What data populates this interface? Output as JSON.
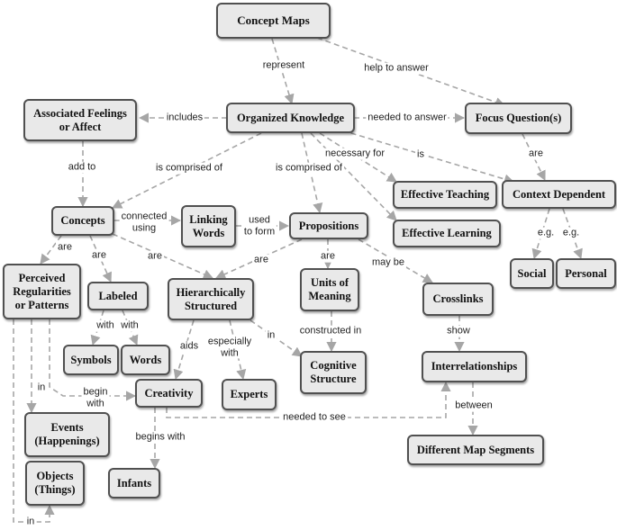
{
  "nodes": {
    "concept_maps": "Concept Maps",
    "organized_knowledge": "Organized Knowledge",
    "associated_feelings": "Associated Feelings\nor Affect",
    "focus_questions": "Focus Question(s)",
    "concepts": "Concepts",
    "linking_words": "Linking\nWords",
    "propositions": "Propositions",
    "effective_teaching": "Effective Teaching",
    "effective_learning": "Effective Learning",
    "context_dependent": "Context Dependent",
    "perceived_regularities": "Perceived\nRegularities\nor Patterns",
    "labeled": "Labeled",
    "hierarchically_structured": "Hierarchically\nStructured",
    "units_of_meaning": "Units of\nMeaning",
    "crosslinks": "Crosslinks",
    "social": "Social",
    "personal": "Personal",
    "symbols": "Symbols",
    "words": "Words",
    "creativity": "Creativity",
    "experts": "Experts",
    "cognitive_structure": "Cognitive\nStructure",
    "interrelationships": "Interrelationships",
    "events": "Events\n(Happenings)",
    "different_map_segments": "Different Map Segments",
    "objects": "Objects\n(Things)",
    "infants": "Infants"
  },
  "links": {
    "represent": "represent",
    "help_to_answer": "help to answer",
    "includes": "includes",
    "needed_to_answer": "needed to answer",
    "add_to": "add to",
    "is_comprised_of_left": "is comprised of",
    "is_comprised_of_mid": "is comprised of",
    "necessary_for": "necessary for",
    "is": "is",
    "are_context": "are",
    "connected_using": "connected\nusing",
    "used_to_form": "used\nto form",
    "are_perceived": "are",
    "are_labeled": "are",
    "are_hier_concepts": "are",
    "are_hier_props": "are",
    "are_units": "are",
    "may_be": "may be",
    "eg_social": "e.g.",
    "eg_personal": "e.g.",
    "with_symbols": "with",
    "with_words": "with",
    "aids": "aids",
    "especially_with": "especially\nwith",
    "in_cognitive": "in",
    "constructed_in": "constructed in",
    "show": "show",
    "in_events": "in",
    "begin_with": "begin\nwith",
    "needed_to_see": "needed to see",
    "between": "between",
    "begins_with": "begins with",
    "in_objects": "in"
  }
}
